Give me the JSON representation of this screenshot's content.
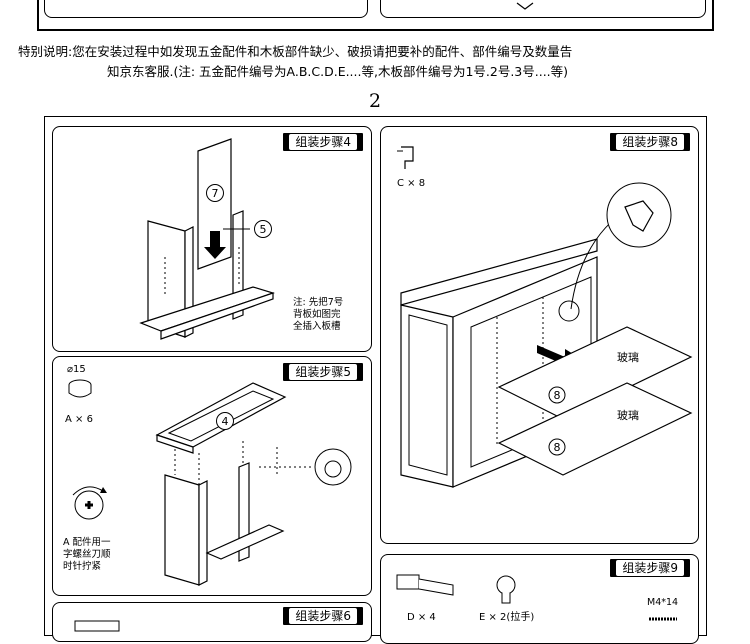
{
  "notice": {
    "line1": "特别说明:您在安装过程中如发现五金配件和木板部件缺少、破损请把要补的配件、部件编号及数量告",
    "line2": "知京东客服.(注: 五金配件编号为A.B.C.D.E....等,木板部件编号为1号.2号.3号....等)"
  },
  "page_number": "2",
  "steps": {
    "step4": {
      "title": "组装步骤4",
      "part_a": "7",
      "part_b": "5",
      "note": [
        "注: 先把7号",
        "背板如图完",
        "全插入板槽"
      ]
    },
    "step5": {
      "title": "组装步骤5",
      "size": "⌀15",
      "hw_label": "A × 6",
      "part": "4",
      "tip": [
        "A 配件用一",
        "字螺丝刀顺",
        "时针拧紧"
      ]
    },
    "step6": {
      "title": "组装步骤6"
    },
    "step8": {
      "title": "组装步骤8",
      "hw_label": "C × 8",
      "glass_label": "玻璃",
      "part": "8"
    },
    "step9": {
      "title": "组装步骤9",
      "d_label": "D × 4",
      "e_label": "E × 2(拉手)",
      "screw_label": "M4*14"
    }
  }
}
